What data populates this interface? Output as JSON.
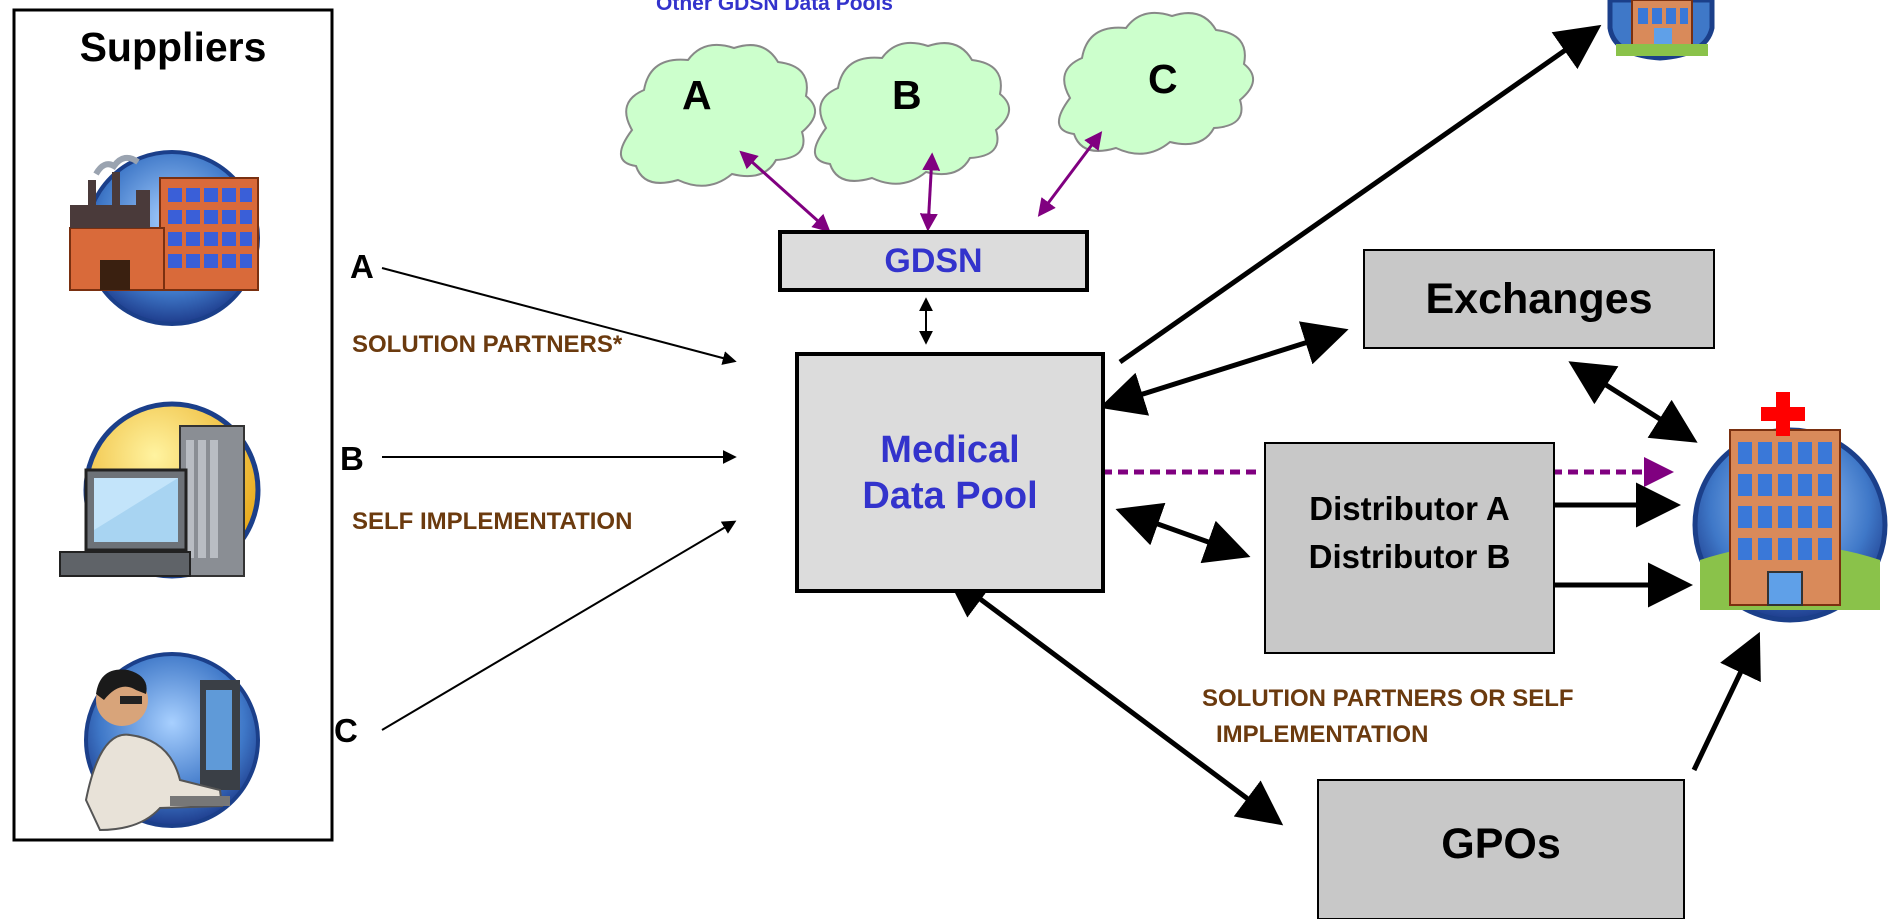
{
  "header": {
    "other_pools": "Other GDSN Data Pools"
  },
  "suppliers": {
    "title": "Suppliers",
    "icons": [
      "factory-icon",
      "computer-workstation-icon",
      "person-at-computer-icon"
    ]
  },
  "supplier_paths": [
    {
      "letter": "A",
      "label": "SOLUTION PARTNERS*"
    },
    {
      "letter": "B",
      "label": "SELF IMPLEMENTATION"
    },
    {
      "letter": "C",
      "label": ""
    }
  ],
  "clouds": [
    "A",
    "B",
    "C"
  ],
  "gdsn": "GDSN",
  "medical_pool": {
    "line1": "Medical",
    "line2": "Data Pool"
  },
  "exchanges": "Exchanges",
  "distributors": {
    "line1": "Distributor A",
    "line2": "Distributor B"
  },
  "gpos": "GPOs",
  "right_label": {
    "line1": "SOLUTION PARTNERS OR SELF",
    "line2": "IMPLEMENTATION"
  },
  "icons": {
    "hospital": "hospital-icon",
    "hospital_small": "hospital-icon"
  },
  "colors": {
    "blue_text": "#3333cc",
    "brown_text": "#6b3a0e",
    "purple_arrow": "#800080",
    "cloud_fill": "#ccffcc",
    "box_fill": "#dcdcdc",
    "box_fill_dark": "#c8c8c8"
  }
}
